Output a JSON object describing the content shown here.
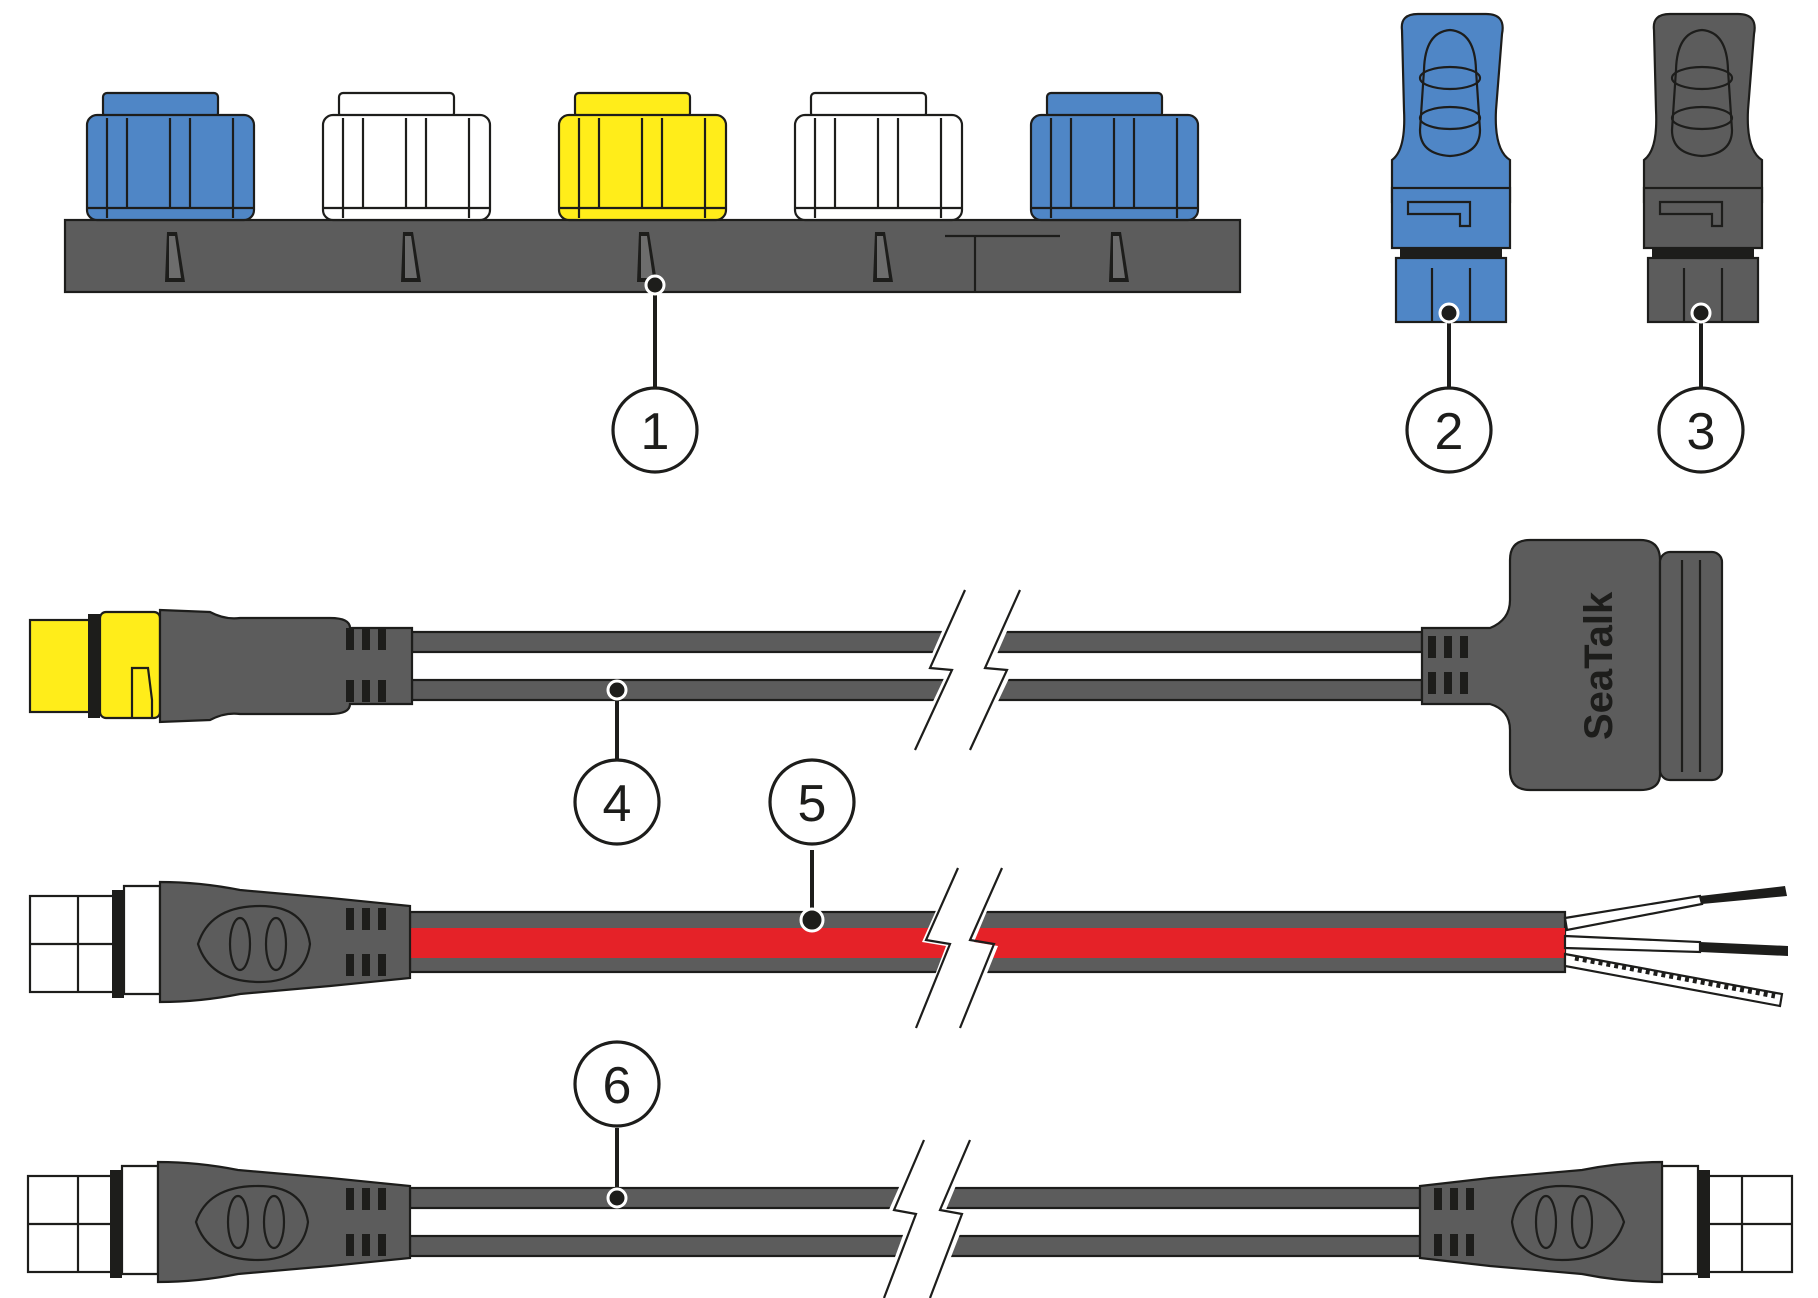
{
  "colors": {
    "body": "#5c5c5c",
    "outline": "#1d1d1b",
    "blue": "#4f86c6",
    "white": "#ffffff",
    "yellow": "#ffed1a",
    "red": "#e52228",
    "wire_black": "#1d1d1b"
  },
  "components": [
    {
      "id": "1",
      "label": "1",
      "name": "5-way connector block",
      "caps": [
        "blue",
        "white",
        "yellow",
        "white",
        "blue"
      ]
    },
    {
      "id": "2",
      "label": "2",
      "name": "blue terminator",
      "color": "blue"
    },
    {
      "id": "3",
      "label": "3",
      "name": "dark terminator",
      "color": "body"
    },
    {
      "id": "4",
      "label": "4",
      "name": "adaptor cable with yellow connector",
      "brand": "SeaTalk"
    },
    {
      "id": "5",
      "label": "5",
      "name": "power cable",
      "stripe": "red"
    },
    {
      "id": "6",
      "label": "6",
      "name": "backbone cable"
    }
  ],
  "brand_text": "SeaTalk"
}
